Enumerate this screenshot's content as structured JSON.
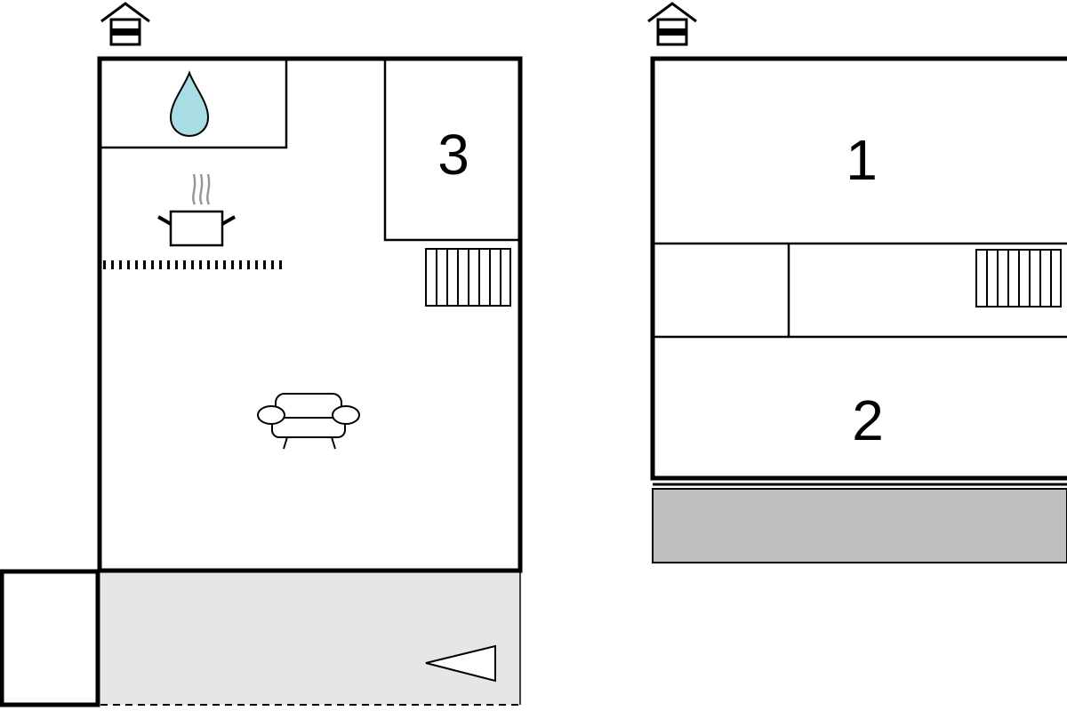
{
  "floor_plan": {
    "ground_floor": {
      "rooms": [
        {
          "id": "bedroom-3",
          "label": "3"
        }
      ],
      "icons": [
        "house-entrance-icon",
        "water-drop-icon",
        "cooking-pot-icon",
        "sofa-icon",
        "stairs-icon",
        "door-arrow-icon"
      ]
    },
    "upper_floor": {
      "rooms": [
        {
          "id": "bedroom-1",
          "label": "1"
        },
        {
          "id": "bedroom-2",
          "label": "2"
        }
      ],
      "icons": [
        "house-entrance-icon",
        "stairs-icon"
      ]
    },
    "colors": {
      "wall": "#000000",
      "water": "#a8dde6",
      "terrace": "#e6e6e6",
      "balcony": "#bfbfbf"
    }
  }
}
